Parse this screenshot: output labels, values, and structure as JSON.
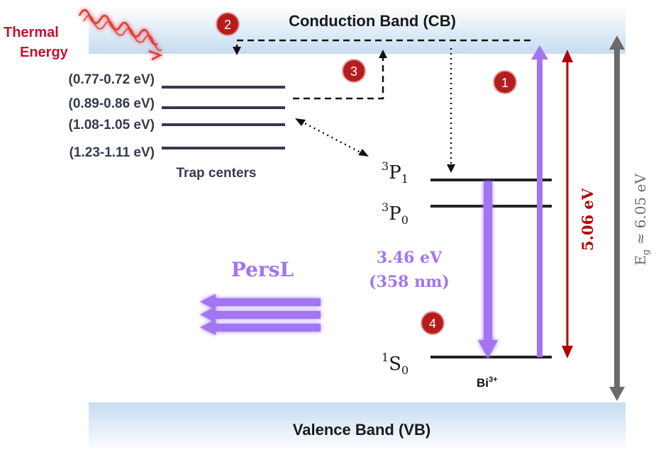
{
  "bands": {
    "conduction": "Conduction Band (CB)",
    "valence": "Valence Band (VB)"
  },
  "thermal_energy": {
    "line1": "Thermal",
    "line2": "Energy"
  },
  "traps": {
    "levels": [
      "(0.77-0.72 eV)",
      "(0.89-0.86 eV)",
      "(1.08-1.05 eV)",
      "(1.23-1.11 eV)"
    ],
    "caption": "Trap centers"
  },
  "states": {
    "p1": {
      "sup": "3",
      "main": "P",
      "sub": "1"
    },
    "p0": {
      "sup": "3",
      "main": "P",
      "sub": "0"
    },
    "s0": {
      "sup": "1",
      "main": "S",
      "sub": "0"
    }
  },
  "ion": {
    "main": "Bi",
    "sup": "3+"
  },
  "steps": [
    "1",
    "2",
    "3",
    "4"
  ],
  "emission": {
    "energy": "3.46 eV",
    "wavelength": "(358 nm)"
  },
  "persl": "PersL",
  "excitation_energy": "5.06 eV",
  "bandgap": {
    "symbol": "E",
    "sub": "g",
    "rest": " ≈ 6.05 eV"
  },
  "colors": {
    "band": "#cfe0f1",
    "red_accent": "#c8102e",
    "step_circle": "#b71c1c",
    "purple": "#a274f2",
    "dark_red": "#b30000",
    "gray": "#6b6b6b",
    "text_dark": "#1a1a1a",
    "trap_text": "#333b4d"
  }
}
